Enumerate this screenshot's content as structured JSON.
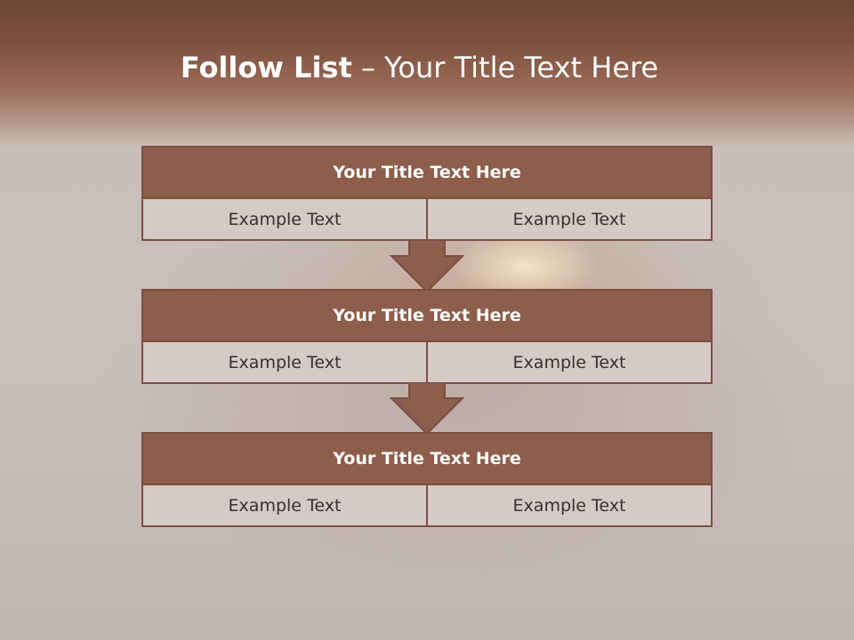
{
  "slide": {
    "title_bold": "Follow List",
    "title_rest": " – Your Title Text Here"
  },
  "blocks": [
    {
      "title": "Your Title Text Here",
      "left": "Example Text",
      "right": "Example Text"
    },
    {
      "title": "Your Title Text Here",
      "left": "Example Text",
      "right": "Example Text"
    },
    {
      "title": "Your Title Text Here",
      "left": "Example Text",
      "right": "Example Text"
    }
  ],
  "colors": {
    "header_fill": "#8c5e4b",
    "border": "#7a4f3f",
    "cell_fill": "#d6cac6",
    "arrow_fill": "#8c5e4b"
  },
  "icons": [
    "down-arrow-icon",
    "down-arrow-icon"
  ]
}
